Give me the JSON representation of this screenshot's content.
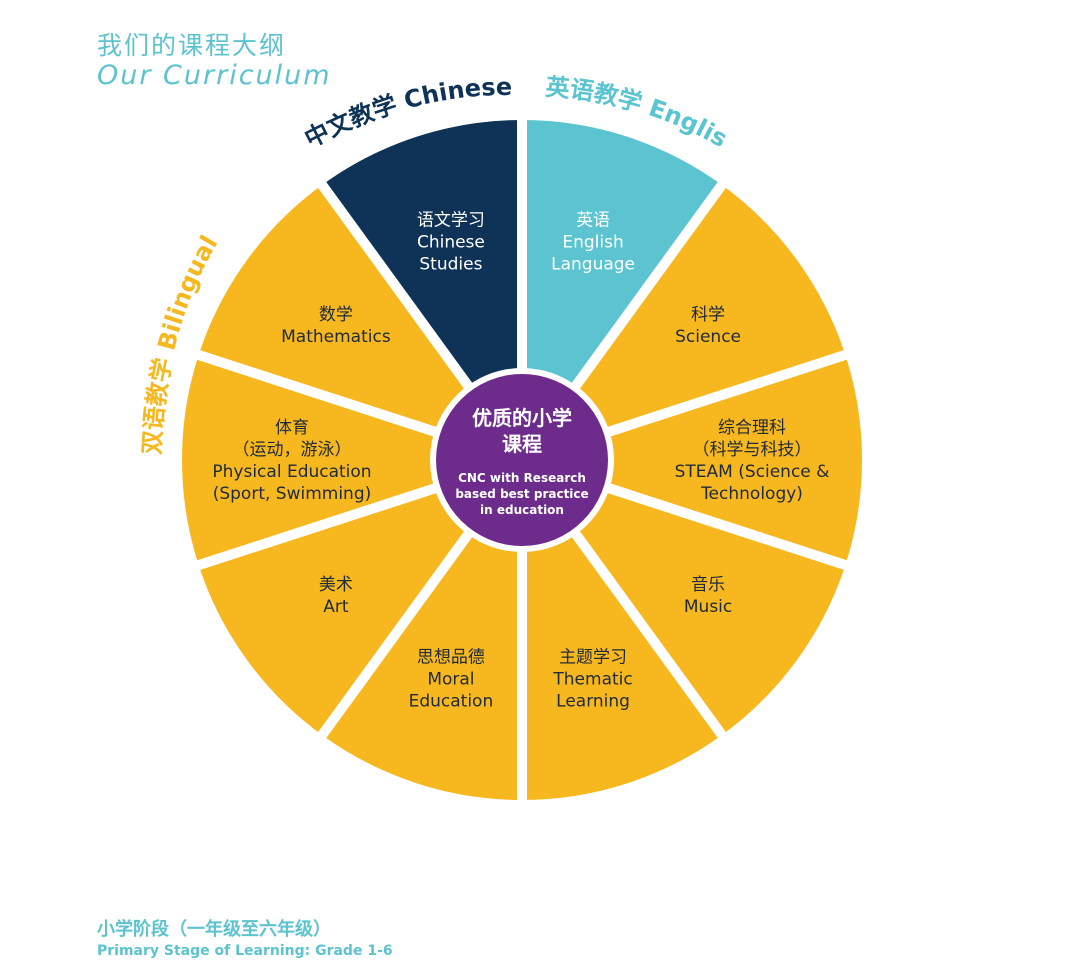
{
  "header": {
    "title": "我们的课程大纲",
    "subtitle": "Our Curriculum"
  },
  "footer": {
    "title": "小学阶段（一年级至六年级）",
    "subtitle": "Primary Stage of Learning: Grade 1-6"
  },
  "colors": {
    "navy": "#0f3357",
    "teal": "#5bc4d0",
    "yellow": "#f7b71f",
    "purple": "#6d2c8c",
    "text_dark": "#1f2a3a",
    "text_light": "#ffffff"
  },
  "center": {
    "title_lines": [
      "优质的小学",
      "课程"
    ],
    "desc_lines": [
      "CNC with Research",
      "based best practice",
      "in education"
    ]
  },
  "category_labels": {
    "chinese": "中文教学 Chinese",
    "english": "英语教学 English",
    "bilingual": "双语教学 Bilingual"
  },
  "segments": [
    {
      "id": "chinese-studies",
      "lines": [
        "语文学习",
        "Chinese",
        "Studies"
      ],
      "category": "chinese"
    },
    {
      "id": "english-language",
      "lines": [
        "英语",
        "English",
        "Language"
      ],
      "category": "english"
    },
    {
      "id": "science",
      "lines": [
        "科学",
        "Science"
      ],
      "category": "bilingual"
    },
    {
      "id": "steam",
      "lines": [
        "综合理科",
        "（科学与科技）",
        "STEAM (Science &",
        "Technology)"
      ],
      "category": "bilingual"
    },
    {
      "id": "music",
      "lines": [
        "音乐",
        "Music"
      ],
      "category": "bilingual"
    },
    {
      "id": "thematic-learning",
      "lines": [
        "主题学习",
        "Thematic",
        "Learning"
      ],
      "category": "bilingual"
    },
    {
      "id": "moral-education",
      "lines": [
        "思想品德",
        "Moral",
        "Education"
      ],
      "category": "bilingual"
    },
    {
      "id": "art",
      "lines": [
        "美术",
        "Art"
      ],
      "category": "bilingual"
    },
    {
      "id": "physical-education",
      "lines": [
        "体育",
        "（运动，游泳）",
        "Physical Education",
        "(Sport, Swimming)"
      ],
      "category": "bilingual"
    },
    {
      "id": "mathematics",
      "lines": [
        "数学",
        "Mathematics"
      ],
      "category": "bilingual"
    }
  ]
}
